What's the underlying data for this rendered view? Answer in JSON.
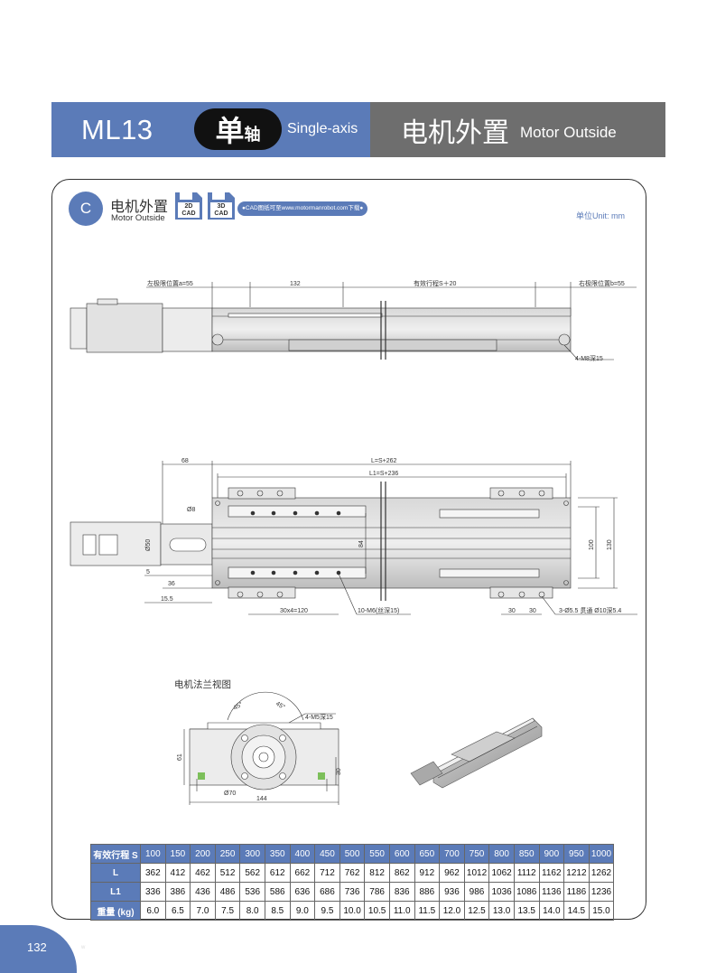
{
  "banner": {
    "model": "ML13",
    "axis_cn_big": "单",
    "axis_cn_small": "轴",
    "axis_en": "Single-axis",
    "type_cn": "电机外置",
    "type_en": "Motor Outside"
  },
  "section": {
    "badge": "C",
    "title_cn": "电机外置",
    "title_en": "Motor Outside",
    "cad_2d": [
      "2D",
      "CAD"
    ],
    "cad_3d": [
      "3D",
      "CAD"
    ],
    "cad_note": "●CAD图纸可至www.motormanrobot.com下载●",
    "unit": "单位Unit: mm"
  },
  "side_view": {
    "left_limit": "左极限位置a=55",
    "dim_132": "132",
    "stroke": "有效行程S＋20",
    "right_limit": "右极限位置b=55",
    "screw_note": "4-M8深15"
  },
  "top_view": {
    "dim_68": "68",
    "L": "L=S+262",
    "L1": "L1=S+236",
    "d8": "Ø8",
    "d50": "Ø50",
    "dim_5": "5",
    "dim_36": "36",
    "dim_15_5": "15.5",
    "dim_84": "84",
    "dim_100": "100",
    "dim_130": "130",
    "pitch": "30x4=120",
    "holes_top": "10-M6(丝深15)",
    "dim_30a": "30",
    "dim_30b": "30",
    "holes_side": "3-Ø5.5 贯通 Ø10深5.4"
  },
  "flange": {
    "title": "电机法兰视图",
    "angle1": "45°",
    "angle2": "45°",
    "screws": "4-M5深15",
    "dim_61": "61",
    "dim_30": "30",
    "d70": "Ø70",
    "dim_144": "144"
  },
  "table": {
    "labels": [
      "有效行程 S",
      "L",
      "L1",
      "重量 (kg)"
    ],
    "stroke": [
      "100",
      "150",
      "200",
      "250",
      "300",
      "350",
      "400",
      "450",
      "500",
      "550",
      "600",
      "650",
      "700",
      "750",
      "800",
      "850",
      "900",
      "950",
      "1000"
    ],
    "L": [
      "362",
      "412",
      "462",
      "512",
      "562",
      "612",
      "662",
      "712",
      "762",
      "812",
      "862",
      "912",
      "962",
      "1012",
      "1062",
      "1112",
      "1162",
      "1212",
      "1262"
    ],
    "L1": [
      "336",
      "386",
      "436",
      "486",
      "536",
      "586",
      "636",
      "686",
      "736",
      "786",
      "836",
      "886",
      "936",
      "986",
      "1036",
      "1086",
      "1136",
      "1186",
      "1236"
    ],
    "weight": [
      "6.0",
      "6.5",
      "7.0",
      "7.5",
      "8.0",
      "8.5",
      "9.0",
      "9.5",
      "10.0",
      "10.5",
      "11.0",
      "11.5",
      "12.0",
      "12.5",
      "13.0",
      "13.5",
      "14.0",
      "14.5",
      "15.0"
    ]
  },
  "footer": {
    "page": "132",
    "mark": "w"
  }
}
